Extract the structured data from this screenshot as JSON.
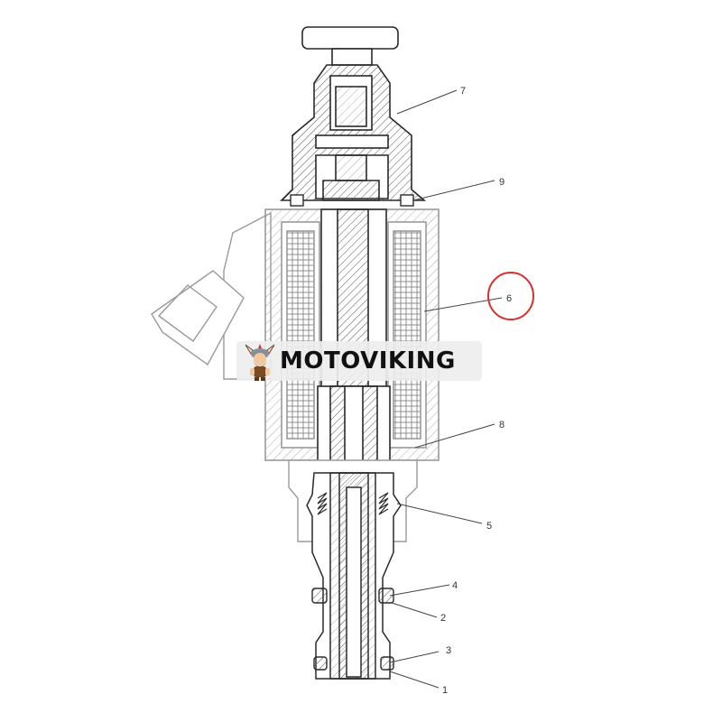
{
  "diagram": {
    "callouts": [
      {
        "id": "7",
        "label": "7"
      },
      {
        "id": "9",
        "label": "9"
      },
      {
        "id": "6",
        "label": "6",
        "highlighted": true
      },
      {
        "id": "8",
        "label": "8"
      },
      {
        "id": "5",
        "label": "5"
      },
      {
        "id": "4",
        "label": "4"
      },
      {
        "id": "2",
        "label": "2"
      },
      {
        "id": "3",
        "label": "3"
      },
      {
        "id": "1",
        "label": "1"
      }
    ],
    "colors": {
      "line": "#2a2a2a",
      "light_line": "#9a9a9a",
      "hatch": "#555555",
      "highlight_circle": "#d9302c"
    }
  },
  "watermark": {
    "brand": "MOTOVIKING",
    "logo_icon": "viking-mascot-icon"
  }
}
